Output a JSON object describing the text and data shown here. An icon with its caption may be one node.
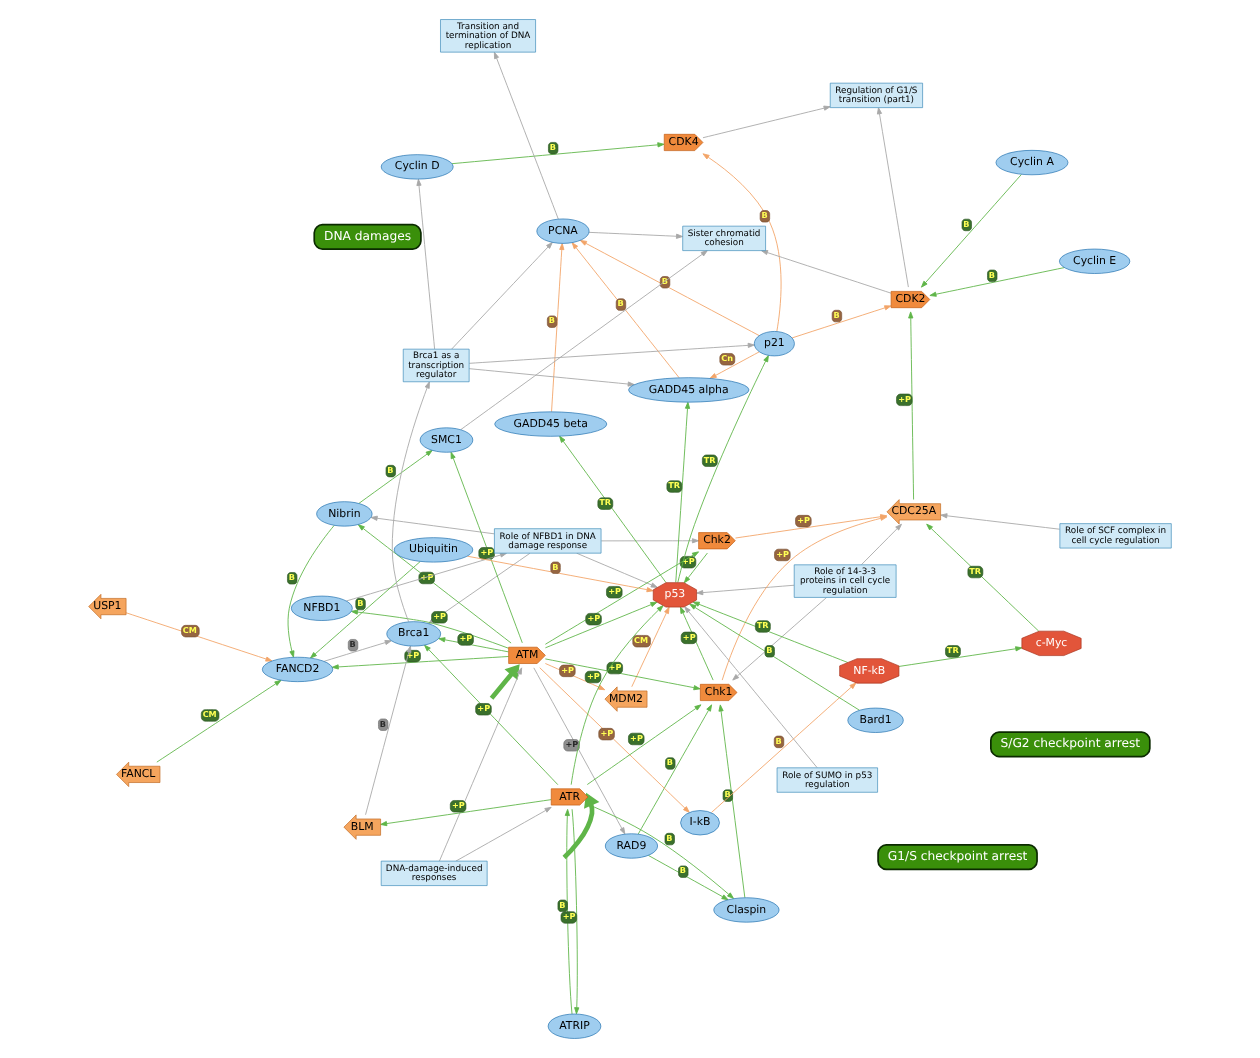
{
  "diagram": {
    "nodes": [
      {
        "text": [
          "DNA damages"
        ]
      },
      {
        "text": [
          "DNA-damage-induced responses"
        ]
      },
      {
        "text": [
          "RAD9"
        ]
      },
      {
        "text": [
          "Claspin"
        ]
      },
      {
        "text": [
          "Chk2"
        ]
      },
      {
        "text": [
          "Role of 14-3-3 proteins in cell cycle regulation"
        ]
      },
      {
        "text": [
          "Chk1"
        ]
      },
      {
        "text": [
          "Role of SCF complex in cell cycle regulation"
        ]
      },
      {
        "text": [
          "MDM2"
        ]
      },
      {
        "text": [
          "Role of SUMO in p53 regulation"
        ]
      },
      {
        "text": [
          "ATRIP"
        ]
      },
      {
        "text": [
          "I-kB"
        ]
      },
      {
        "text": [
          "NF-kB"
        ]
      },
      {
        "text": [
          "c-Myc"
        ]
      },
      {
        "text": [
          "CDC25A"
        ]
      },
      {
        "text": [
          "Bard1"
        ]
      },
      {
        "text": [
          "Role of NFBD1 in DNA damage response"
        ]
      },
      {
        "text": [
          "ATM"
        ]
      },
      {
        "text": [
          "NFBD1"
        ]
      },
      {
        "text": [
          "p53"
        ]
      },
      {
        "text": [
          "ATR"
        ]
      },
      {
        "text": [
          "Nibrin"
        ]
      },
      {
        "text": [
          "Cyclin E"
        ]
      },
      {
        "text": [
          "Cyclin A"
        ]
      },
      {
        "text": [
          "p21"
        ]
      },
      {
        "text": [
          "GADD45 alpha"
        ]
      },
      {
        "text": [
          "GADD45 beta"
        ]
      },
      {
        "text": [
          "FANCL"
        ]
      },
      {
        "text": [
          "SMC1"
        ]
      },
      {
        "text": [
          "Ubiquitin"
        ]
      },
      {
        "text": [
          "CDK2"
        ]
      },
      {
        "text": [
          "CDK4"
        ]
      },
      {
        "text": [
          "Cyclin D"
        ]
      },
      {
        "text": [
          "PCNA"
        ]
      },
      {
        "text": [
          "BLM"
        ]
      },
      {
        "text": [
          "Regulation of G1/S transition (part1)"
        ]
      },
      {
        "text": [
          "Brca1 as a transcription regulator"
        ]
      },
      {
        "text": [
          "USP1"
        ]
      },
      {
        "text": [
          "G1/S checkpoint arrest"
        ]
      },
      {
        "text": [
          "FANCD2"
        ]
      },
      {
        "text": [
          "Sister chromatid cohesion"
        ]
      },
      {
        "text": [
          "S/G2 checkpoint arrest"
        ]
      },
      {
        "text": [
          "Transition and termination of DNA replication"
        ]
      },
      {
        "text": [
          "Brca1"
        ]
      }
    ],
    "edges": [
      {
        "from": null,
        "to": 17,
        "arrow": "to",
        "style": "thick"
      },
      {
        "from": null,
        "to": 20,
        "arrow": "to",
        "style": "thick"
      },
      {
        "from": 1,
        "to": 17,
        "arrow": "to",
        "color": "#a8a8a8"
      },
      {
        "from": 1,
        "to": 20,
        "arrow": "to",
        "color": "#a8a8a8"
      },
      {
        "from": 2,
        "to": 3,
        "arrow": "to",
        "label": "B"
      },
      {
        "from": 2,
        "to": 6,
        "arrow": "to",
        "label": "B"
      },
      {
        "from": 3,
        "to": 6,
        "arrow": "to",
        "label": "B"
      },
      {
        "from": 4,
        "to": 14,
        "arrow": "to",
        "label": "+P",
        "color": "#f2a468"
      },
      {
        "from": 4,
        "to": 19,
        "arrow": "to",
        "label": "+P"
      },
      {
        "from": 5,
        "to": 6,
        "arrow": "to",
        "color": "#a8a8a8"
      },
      {
        "from": 5,
        "to": 14,
        "arrow": "to",
        "color": "#a8a8a8"
      },
      {
        "from": 5,
        "to": 19,
        "arrow": "to",
        "color": "#a8a8a8"
      },
      {
        "from": 6,
        "to": 14,
        "arrow": "to",
        "label": "+P",
        "color": "#f2a468"
      },
      {
        "from": 6,
        "to": 19,
        "arrow": "to",
        "label": "+P"
      },
      {
        "from": 7,
        "to": 14,
        "arrow": "to",
        "color": "#a8a8a8"
      },
      {
        "from": 8,
        "to": 19,
        "arrow": "to",
        "label": "CM",
        "color": "#f2a468"
      },
      {
        "from": 9,
        "to": 19,
        "arrow": "to",
        "color": "#a8a8a8"
      },
      {
        "from": 10,
        "to": 20,
        "arrow": "to",
        "label": "B"
      },
      {
        "from": 11,
        "to": 12,
        "arrow": "to",
        "label": "B",
        "color": "#f2a468"
      },
      {
        "from": 12,
        "to": 13,
        "arrow": "to",
        "label": "TR"
      },
      {
        "from": 12,
        "to": 19,
        "arrow": "to",
        "label": "TR"
      },
      {
        "from": 13,
        "to": 14,
        "arrow": "to",
        "label": "TR"
      },
      {
        "from": 14,
        "to": 30,
        "arrow": "to",
        "label": "+P"
      },
      {
        "from": 15,
        "to": 19,
        "arrow": "to",
        "label": "B"
      },
      {
        "from": 16,
        "to": 4,
        "arrow": "to",
        "color": "#a8a8a8"
      },
      {
        "from": 16,
        "to": 19,
        "arrow": "to",
        "color": "#a8a8a8"
      },
      {
        "from": 16,
        "to": 21,
        "arrow": "to",
        "color": "#a8a8a8"
      },
      {
        "from": 16,
        "to": 43,
        "arrow": "to",
        "color": "#a8a8a8"
      },
      {
        "from": 17,
        "to": 2,
        "arrow": "to",
        "label": "+P",
        "color": "#a8a8a8"
      },
      {
        "from": 17,
        "to": 4,
        "arrow": "to",
        "label": "+P"
      },
      {
        "from": 17,
        "to": 6,
        "arrow": "to",
        "label": "+P"
      },
      {
        "from": 17,
        "to": 8,
        "arrow": "to",
        "label": "+P",
        "color": "#f2a468"
      },
      {
        "from": 17,
        "to": 11,
        "arrow": "to",
        "label": "+P",
        "color": "#f2a468"
      },
      {
        "from": 17,
        "to": 18,
        "arrow": "to",
        "label": "+P"
      },
      {
        "from": 17,
        "to": 19,
        "arrow": "to",
        "label": "+P"
      },
      {
        "from": 17,
        "to": 21,
        "arrow": "to",
        "label": "+P"
      },
      {
        "from": 17,
        "to": 28,
        "arrow": "to",
        "label": "+P"
      },
      {
        "from": 17,
        "to": 39,
        "arrow": "to",
        "label": "+P"
      },
      {
        "from": 17,
        "to": 43,
        "arrow": "to",
        "label": "+P"
      },
      {
        "from": 18,
        "to": 16,
        "arrow": "to",
        "color": "#a8a8a8"
      },
      {
        "from": 19,
        "to": 24,
        "arrow": "to",
        "label": "TR"
      },
      {
        "from": 19,
        "to": 25,
        "arrow": "to",
        "label": "TR"
      },
      {
        "from": 19,
        "to": 26,
        "arrow": "to",
        "label": "TR"
      },
      {
        "from": 20,
        "to": 3,
        "arrow": "to",
        "label": "B"
      },
      {
        "from": 20,
        "to": 6,
        "arrow": "to",
        "label": "+P"
      },
      {
        "from": 20,
        "to": 10,
        "arrow": "to",
        "label": "+P"
      },
      {
        "from": 20,
        "to": 19,
        "arrow": "to",
        "label": "+P"
      },
      {
        "from": 20,
        "to": 34,
        "arrow": "to",
        "label": "+P"
      },
      {
        "from": 20,
        "to": 43,
        "arrow": "to",
        "label": "+P"
      },
      {
        "from": 21,
        "to": 28,
        "arrow": "to",
        "label": "B"
      },
      {
        "from": 21,
        "to": 39,
        "arrow": "to",
        "label": "B"
      },
      {
        "from": 22,
        "to": 30,
        "arrow": "to",
        "label": "B"
      },
      {
        "from": 23,
        "to": 30,
        "arrow": "to",
        "label": "B"
      },
      {
        "from": 24,
        "to": 25,
        "arrow": "to",
        "label": "Cn",
        "color": "#f2a468"
      },
      {
        "from": 24,
        "to": 30,
        "arrow": "to",
        "label": "B",
        "color": "#f2a468"
      },
      {
        "from": 24,
        "to": 31,
        "arrow": "to",
        "label": "B",
        "color": "#f2a468"
      },
      {
        "from": 24,
        "to": 33,
        "arrow": "to",
        "label": "B",
        "color": "#f2a468"
      },
      {
        "from": 25,
        "to": 33,
        "arrow": "to",
        "label": "B",
        "color": "#f2a468"
      },
      {
        "from": 26,
        "to": 33,
        "arrow": "to",
        "label": "B",
        "color": "#f2a468"
      },
      {
        "from": 27,
        "to": 39,
        "arrow": "to",
        "label": "CM"
      },
      {
        "from": 28,
        "to": 40,
        "arrow": "to",
        "color": "#a8a8a8"
      },
      {
        "from": 29,
        "to": 19,
        "arrow": "to",
        "label": "B",
        "color": "#f2a468"
      },
      {
        "from": 29,
        "to": 39,
        "arrow": "to",
        "label": "B"
      },
      {
        "from": 30,
        "to": 35,
        "arrow": "to",
        "color": "#a8a8a8"
      },
      {
        "from": 30,
        "to": 40,
        "arrow": "to",
        "color": "#a8a8a8"
      },
      {
        "from": 31,
        "to": 35,
        "arrow": "to",
        "color": "#a8a8a8"
      },
      {
        "from": 32,
        "to": 31,
        "arrow": "to",
        "label": "B"
      },
      {
        "from": 33,
        "to": 40,
        "arrow": "to",
        "color": "#a8a8a8"
      },
      {
        "from": 33,
        "to": 42,
        "arrow": "to",
        "color": "#a8a8a8"
      },
      {
        "from": 34,
        "to": 43,
        "arrow": "to",
        "label": "B",
        "color": "#a8a8a8"
      },
      {
        "from": 36,
        "to": 24,
        "arrow": "to",
        "color": "#a8a8a8"
      },
      {
        "from": 36,
        "to": 25,
        "arrow": "to",
        "color": "#a8a8a8"
      },
      {
        "from": 36,
        "to": 32,
        "arrow": "to",
        "color": "#a8a8a8"
      },
      {
        "from": 36,
        "to": 33,
        "arrow": "to",
        "color": "#a8a8a8"
      },
      {
        "from": 37,
        "to": 39,
        "arrow": "to",
        "label": "CM",
        "color": "#f2a468"
      },
      {
        "from": 39,
        "to": 43,
        "arrow": "to",
        "label": "B",
        "color": "#a8a8a8"
      },
      {
        "from": 43,
        "to": 36,
        "arrow": "to",
        "color": "#a8a8a8"
      }
    ]
  }
}
